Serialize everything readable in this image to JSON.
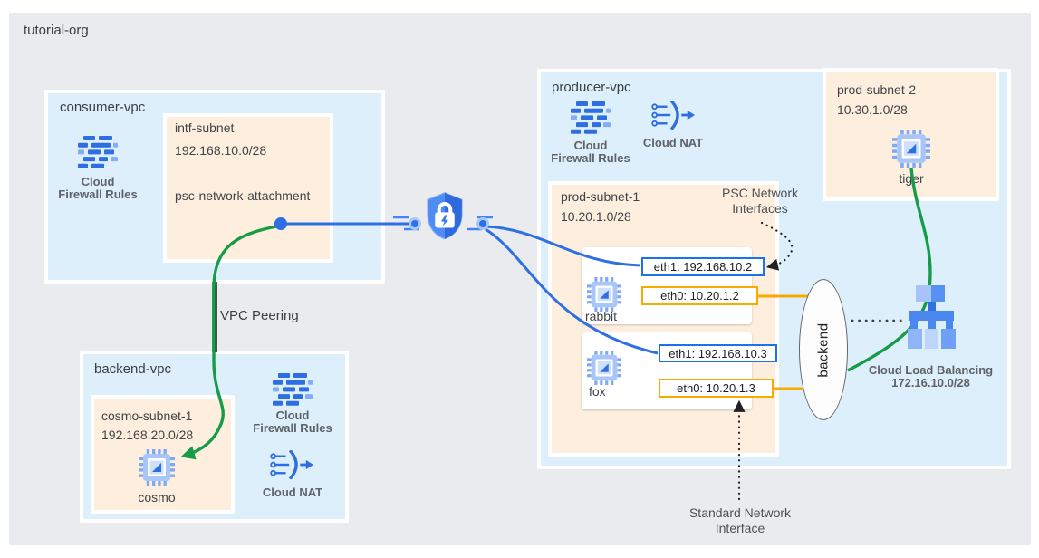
{
  "org": {
    "label": "tutorial-org"
  },
  "consumer_vpc": {
    "label": "consumer-vpc",
    "firewall_caption1": "Cloud",
    "firewall_caption2": "Firewall Rules",
    "intf_subnet": {
      "name": "intf-subnet",
      "cidr": "192.168.10.0/28",
      "attachment": "psc-network-attachment"
    }
  },
  "peering": {
    "label": "VPC Peering"
  },
  "backend_vpc": {
    "label": "backend-vpc",
    "firewall_caption1": "Cloud",
    "firewall_caption2": "Firewall Rules",
    "nat_caption": "Cloud NAT",
    "cosmo_subnet": {
      "name": "cosmo-subnet-1",
      "cidr": "192.168.20.0/28",
      "vm_name": "cosmo"
    }
  },
  "producer_vpc": {
    "label": "producer-vpc",
    "firewall_caption1": "Cloud",
    "firewall_caption2": "Firewall Rules",
    "nat_caption": "Cloud NAT",
    "prod_subnet_1": {
      "name": "prod-subnet-1",
      "cidr": "10.20.1.0/28",
      "vms": [
        {
          "name": "rabbit",
          "eth1": "eth1: 192.168.10.2",
          "eth0": "eth0: 10.20.1.2"
        },
        {
          "name": "fox",
          "eth1": "eth1: 192.168.10.3",
          "eth0": "eth0: 10.20.1.3"
        }
      ]
    },
    "prod_subnet_2": {
      "name": "prod-subnet-2",
      "cidr": "10.30.1.0/28",
      "vm_name": "tiger"
    },
    "backend_group": {
      "label": "backend"
    },
    "load_balancer": {
      "caption": "Cloud Load Balancing",
      "cidr": "172.16.10.0/28"
    }
  },
  "annotations": {
    "psc_line1": "PSC Network",
    "psc_line2": "Interfaces",
    "standard_line1": "Standard Network",
    "standard_line2": "Interface"
  },
  "colors": {
    "org_fill": "#e9ebee",
    "vpc_fill": "#dceffa",
    "subnet_fill": "#fdeedd",
    "line_blue": "#2e6fe4",
    "line_green": "#169c49",
    "line_orange": "#f9ab00",
    "eth1_border": "#1a73e8",
    "eth0_border": "#f9ab00",
    "peering_line": "#1b1b1b"
  }
}
